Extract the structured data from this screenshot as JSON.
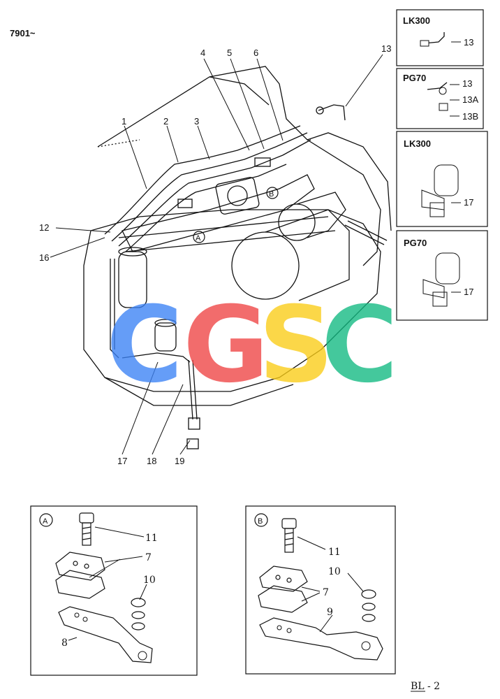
{
  "header": {
    "serial": "7901~"
  },
  "footer": {
    "page": "BL-2",
    "page_prefix": "BL",
    "page_suffix": "- 2"
  },
  "watermark": {
    "letters": [
      "C",
      "G",
      "S",
      "C"
    ],
    "colors": [
      "#3b82f6",
      "#ef4444",
      "#facc15",
      "#10b981"
    ]
  },
  "main_callouts": {
    "c1": "1",
    "c2": "2",
    "c3": "3",
    "c4": "4",
    "c5": "5",
    "c6": "6",
    "c12": "12",
    "c13": "13",
    "c16": "16",
    "c17": "17",
    "c18": "18",
    "c19": "19",
    "marker_a": "A",
    "marker_b": "B"
  },
  "insets": {
    "lk300_top": {
      "title": "LK300",
      "part": "13"
    },
    "pg70_top": {
      "title": "PG70",
      "parts": [
        "13",
        "13A",
        "13B"
      ]
    },
    "lk300_filter": {
      "title": "LK300",
      "part": "17"
    },
    "pg70_filter": {
      "title": "PG70",
      "part": "17"
    }
  },
  "detail_a": {
    "marker": "A",
    "parts": {
      "p11": "11",
      "p7": "7",
      "p10": "10",
      "p8": "8"
    }
  },
  "detail_b": {
    "marker": "B",
    "parts": {
      "p11": "11",
      "p10": "10",
      "p7": "7",
      "p9": "9"
    }
  }
}
